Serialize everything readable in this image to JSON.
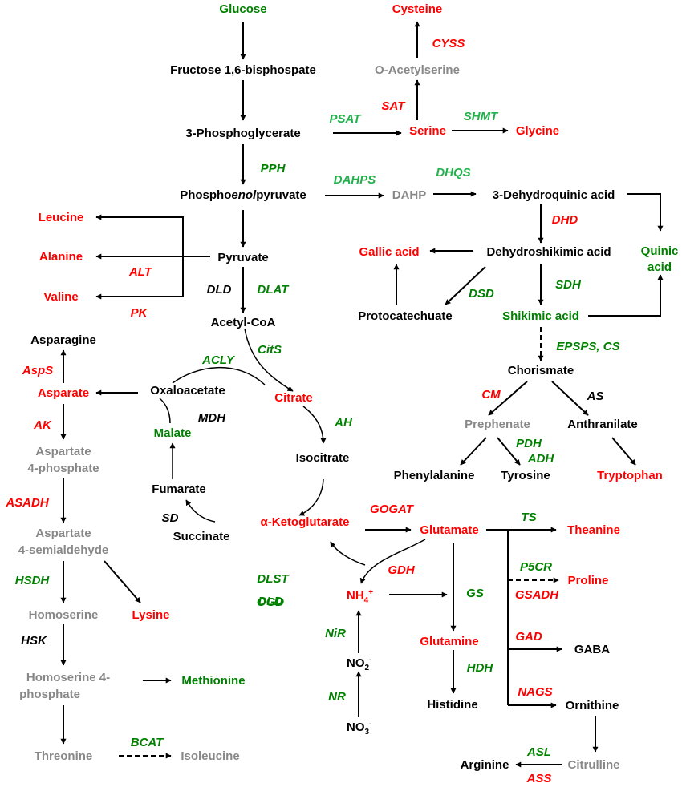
{
  "metabolites": {
    "glucose": "Glucose",
    "fructose_bp": "Fructose 1,6-bisphospate",
    "pga": "3-Phosphoglycerate",
    "pep_pre": "Phospho",
    "pep_mid": "enol",
    "pep_post": "pyruvate",
    "pyruvate": "Pyruvate",
    "acetyl_coa": "Acetyl-CoA",
    "cysteine": "Cysteine",
    "o_acetylserine": "O-Acetylserine",
    "serine": "Serine",
    "glycine": "Glycine",
    "dahp": "DAHP",
    "dehydroquinic": "3-Dehydroquinic acid",
    "quinic_1": "Quinic",
    "quinic_2": "acid",
    "gallic": "Gallic acid",
    "dehydroshikimic": "Dehydroshikimic acid",
    "protocatechuate": "Protocatechuate",
    "shikimic": "Shikimic acid",
    "chorismate": "Chorismate",
    "prephenate": "Prephenate",
    "anthranilate": "Anthranilate",
    "phenylalanine": "Phenylalanine",
    "tyrosine": "Tyrosine",
    "tryptophan": "Tryptophan",
    "leucine": "Leucine",
    "alanine": "Alanine",
    "valine": "Valine",
    "asparagine": "Asparagine",
    "asparate": "Asparate",
    "oxaloacetate": "Oxaloacetate",
    "citrate": "Citrate",
    "isocitrate": "Isocitrate",
    "malate": "Malate",
    "fumarate": "Fumarate",
    "succinate": "Succinate",
    "akg": "α-Ketoglutarate",
    "asp4p_1": "Aspartate",
    "asp4p_2": "4-phosphate",
    "asp4sa_1": "Aspartate",
    "asp4sa_2": "4-semialdehyde",
    "homoserine": "Homoserine",
    "lysine": "Lysine",
    "hs4p_1": "Homoserine 4-",
    "hs4p_2": "phosphate",
    "methionine": "Methionine",
    "threonine": "Threonine",
    "isoleucine": "Isoleucine",
    "glutamate": "Glutamate",
    "theanine": "Theanine",
    "proline": "Proline",
    "gaba": "GABA",
    "ornithine": "Ornithine",
    "citrulline": "Citrulline",
    "arginine": "Arginine",
    "glutamine": "Glutamine",
    "histidine": "Histidine",
    "nh4": "NH",
    "nh4_sub": "4",
    "nh4_sup": "+",
    "no2": "NO",
    "no2_sub": "2",
    "no2_sup": "-",
    "no3": "NO",
    "no3_sub": "3",
    "no3_sup": "-"
  },
  "enzymes": {
    "cyss": "CYSS",
    "sat": "SAT",
    "psat": "PSAT",
    "shmt": "SHMT",
    "pph": "PPH",
    "dahps": "DAHPS",
    "dhqs": "DHQS",
    "dhd": "DHD",
    "dsd": "DSD",
    "sdh": "SDH",
    "epsps_cs": "EPSPS, CS",
    "cm": "CM",
    "as": "AS",
    "pdh": "PDH",
    "adh": "ADH",
    "alt": "ALT",
    "pk": "PK",
    "dld": "DLD",
    "dlat": "DLAT",
    "acly": "ACLY",
    "cits": "CitS",
    "asps": "AspS",
    "mdh": "MDH",
    "ah": "AH",
    "ak": "AK",
    "sd": "SD",
    "asadh": "ASADH",
    "gogat": "GOGAT",
    "ts": "TS",
    "dlst": "DLST",
    "dld2": "DLD",
    "ogd": "OGD",
    "gdh": "GDH",
    "gs": "GS",
    "p5cr": "P5CR",
    "gsadh": "GSADH",
    "hsdh": "HSDH",
    "nir": "NiR",
    "gad": "GAD",
    "hsk": "HSK",
    "hdh": "HDH",
    "nags": "NAGS",
    "nr": "NR",
    "bcat": "BCAT",
    "asl": "ASL",
    "ass": "ASS"
  },
  "colors": {
    "black": "#000000",
    "red": "#ff0000",
    "dark_green": "#008000",
    "light_green": "#22b14c",
    "gray": "#888888"
  }
}
